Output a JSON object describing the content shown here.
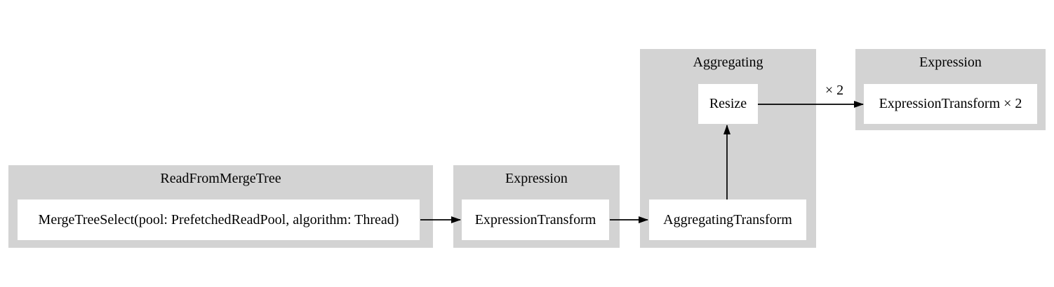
{
  "diagram": {
    "type": "query-pipeline-graph",
    "clusters": {
      "read_from_merge_tree": {
        "label": "ReadFromMergeTree",
        "node_merge_tree_select": "MergeTreeSelect(pool: PrefetchedReadPool, algorithm: Thread)"
      },
      "expression_1": {
        "label": "Expression",
        "node_expression_transform": "ExpressionTransform"
      },
      "aggregating": {
        "label": "Aggregating",
        "node_resize": "Resize",
        "node_aggregating_transform": "AggregatingTransform"
      },
      "expression_2": {
        "label": "Expression",
        "node_expression_transform_x2": "ExpressionTransform × 2"
      }
    },
    "edges": {
      "merge_tree_select_to_expression_transform": {
        "label": ""
      },
      "expression_transform_to_aggregating_transform": {
        "label": ""
      },
      "aggregating_transform_to_resize": {
        "label": ""
      },
      "resize_to_expression_transform_x2": {
        "label": "× 2"
      }
    },
    "colors": {
      "cluster_fill": "#d3d3d3",
      "node_fill": "#ffffff",
      "edge_stroke": "#000000",
      "text": "#000000",
      "background": "#ffffff"
    }
  }
}
